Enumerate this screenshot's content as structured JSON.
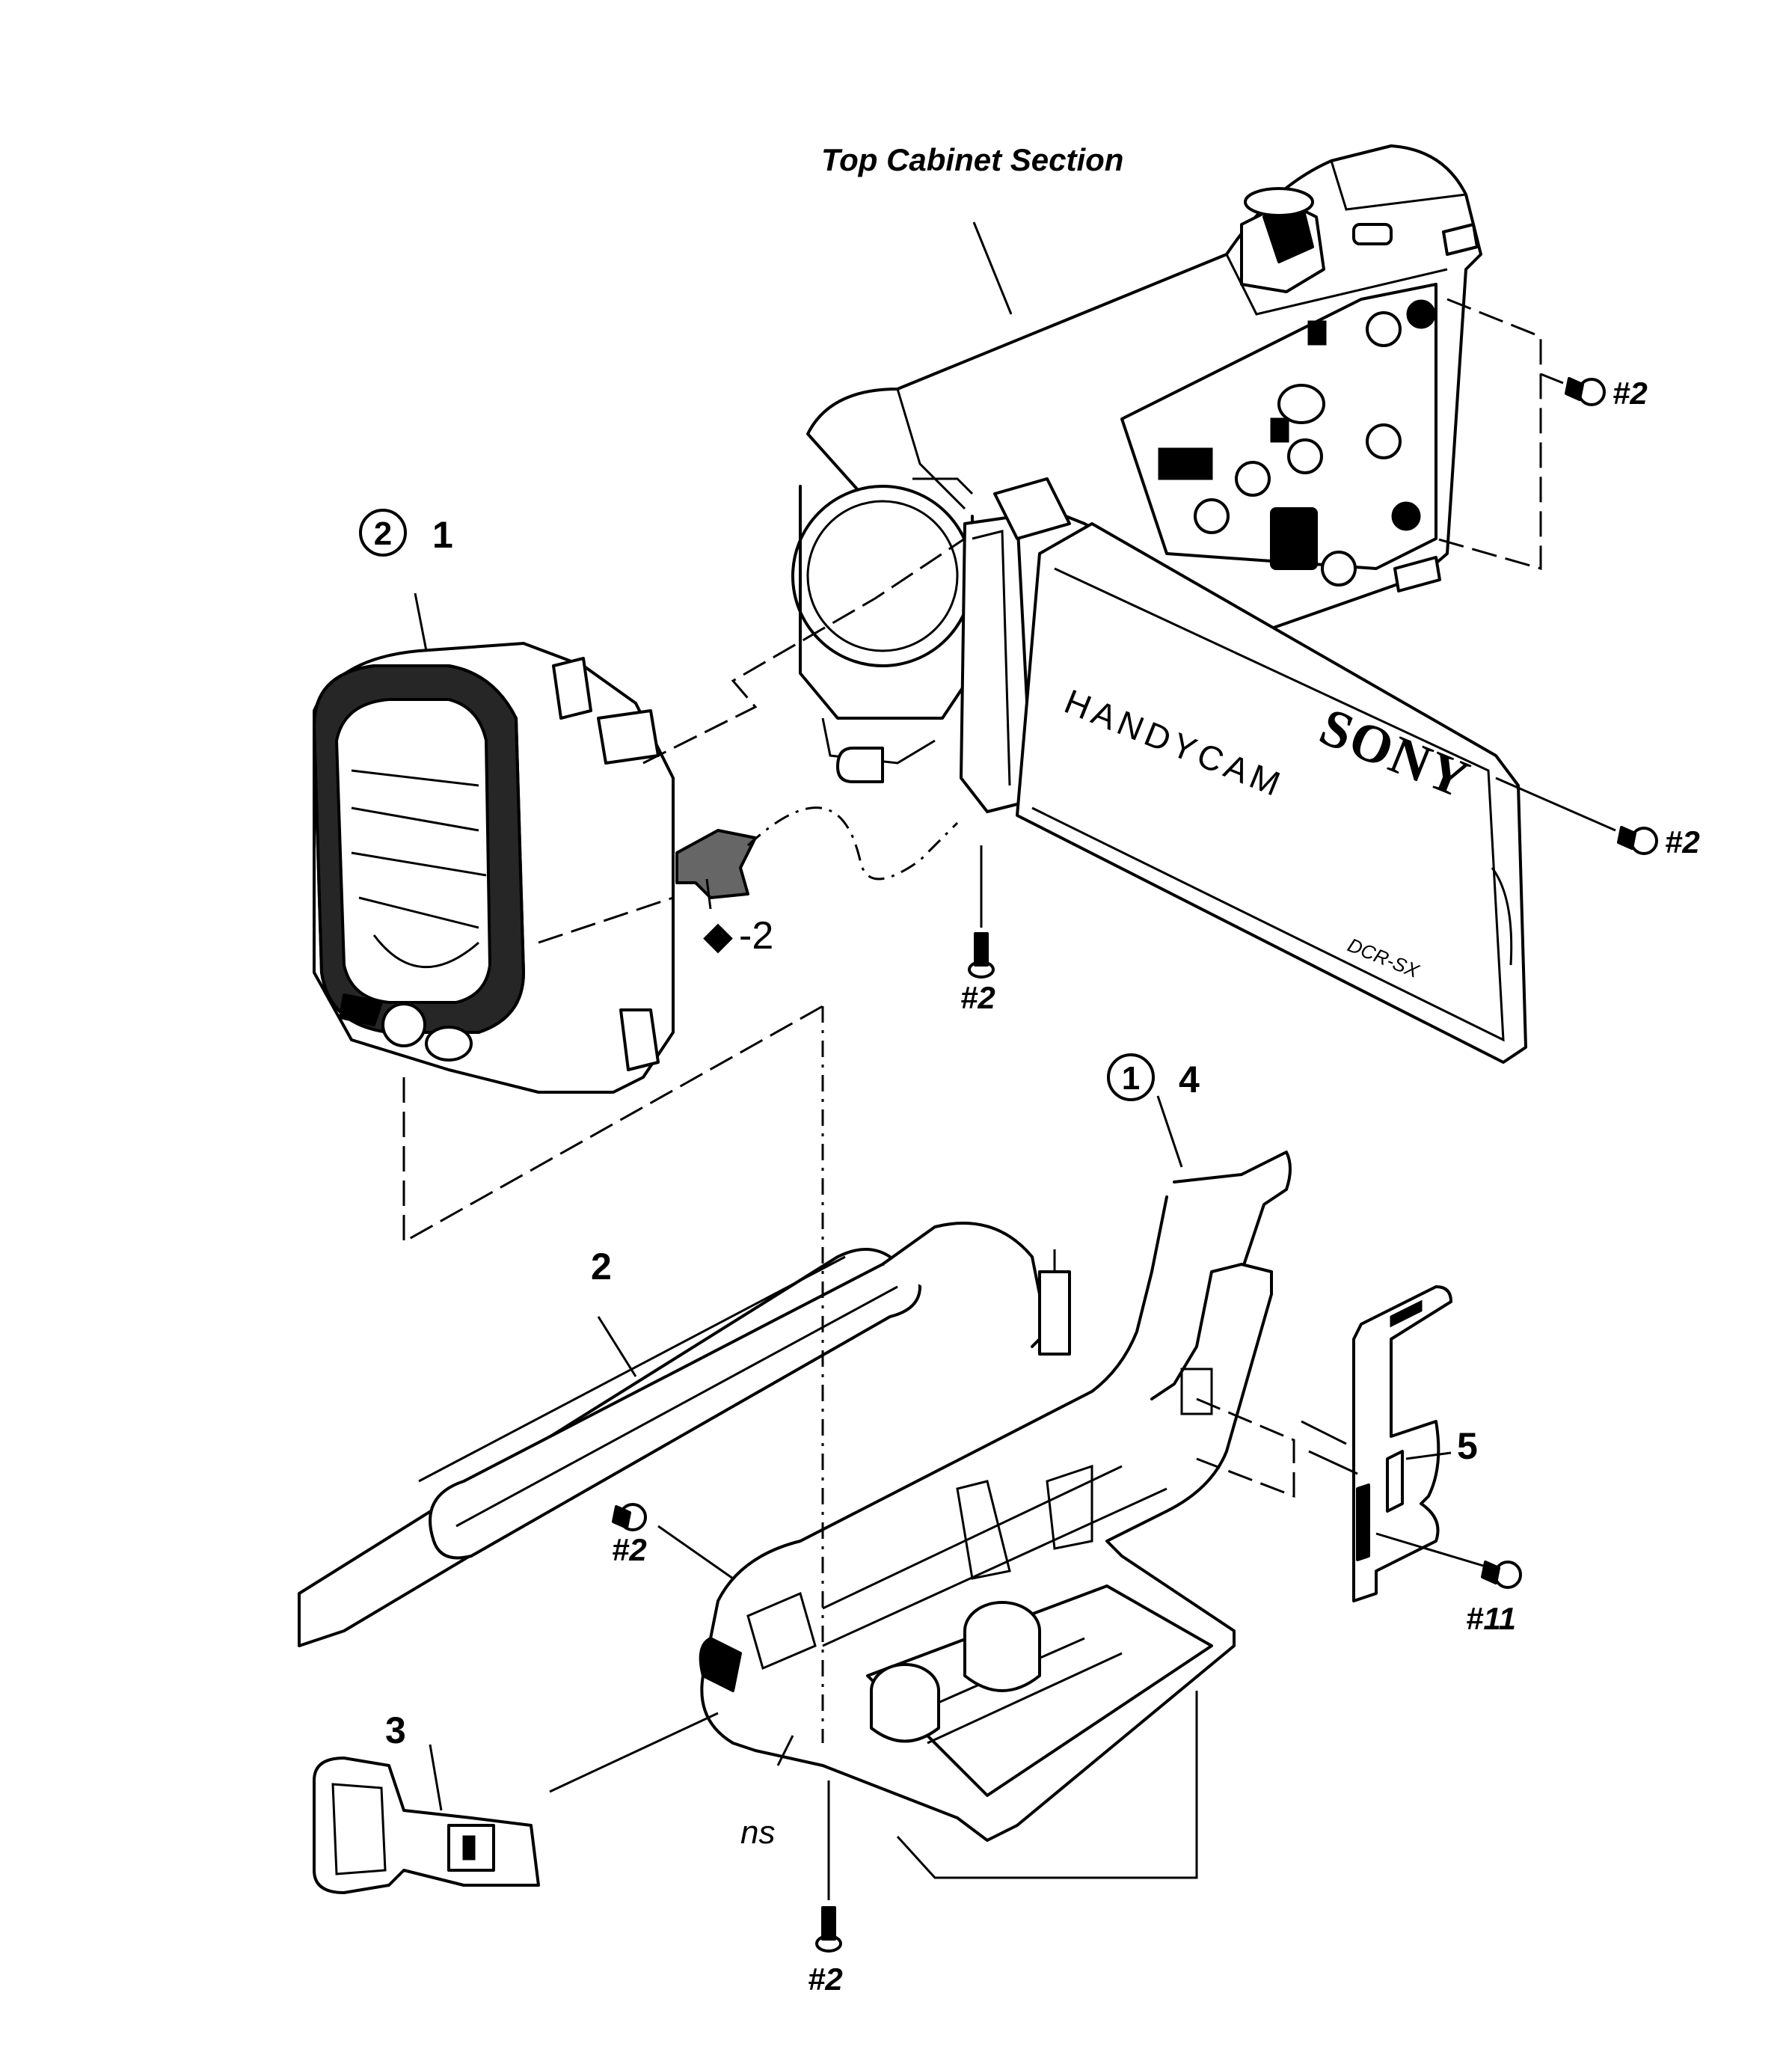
{
  "section_title": "Top Cabinet Section",
  "parts": [
    {
      "ref": "1",
      "group": "2"
    },
    {
      "ref": "2"
    },
    {
      "ref": "3"
    },
    {
      "ref": "4",
      "group": "1"
    },
    {
      "ref": "5"
    }
  ],
  "subpart": {
    "symbol": "◆",
    "ref": "-2"
  },
  "screws": [
    "#2",
    "#2",
    "#2",
    "#2",
    "#2",
    "#11"
  ],
  "not_supplied": "ns",
  "device_markings": {
    "brand": "SONY",
    "series": "HANDYCAM",
    "model": "DCR-SX"
  }
}
